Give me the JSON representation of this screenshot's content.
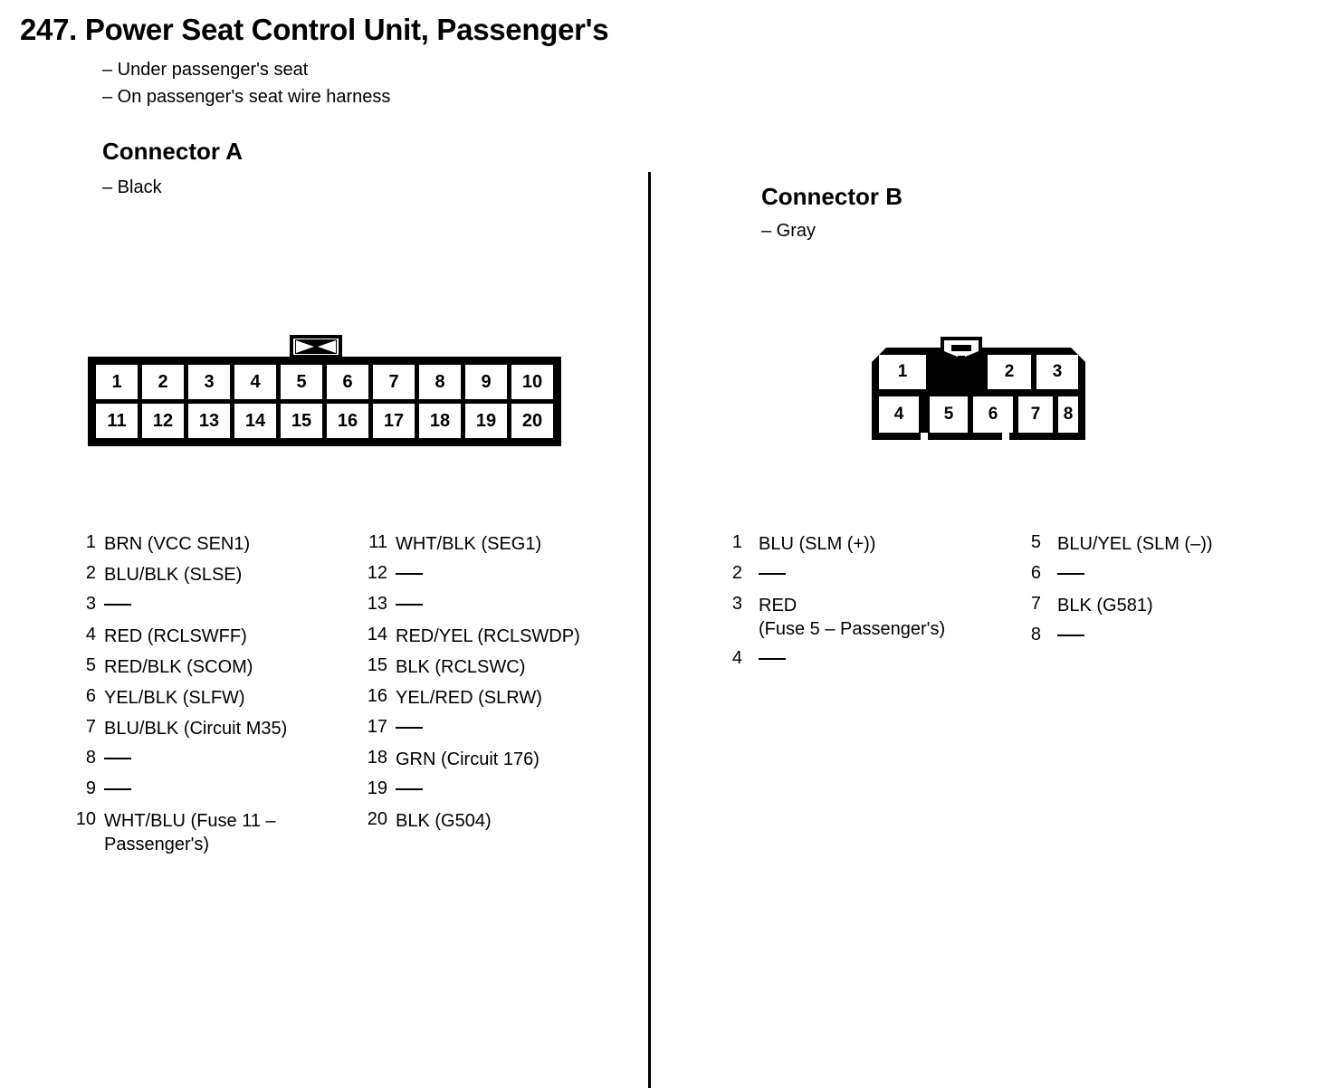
{
  "page": {
    "number": "247.",
    "title": "Power Seat Control Unit, Passenger's",
    "full_title": "247. Power Seat Control Unit, Passenger's",
    "notes": [
      "– Under passenger's seat",
      "– On passenger's seat wire harness"
    ]
  },
  "connector_a": {
    "heading": "Connector A",
    "color": "– Black",
    "layout": {
      "rows": 2,
      "columns": 10,
      "top_row": [
        "1",
        "2",
        "3",
        "4",
        "5",
        "6",
        "7",
        "8",
        "9",
        "10"
      ],
      "bottom_row": [
        "11",
        "12",
        "13",
        "14",
        "15",
        "16",
        "17",
        "18",
        "19",
        "20"
      ]
    },
    "pins_left": [
      {
        "num": "1",
        "desc": "BRN (VCC SEN1)"
      },
      {
        "num": "2",
        "desc": "BLU/BLK (SLSE)"
      },
      {
        "num": "3",
        "desc": ""
      },
      {
        "num": "4",
        "desc": "RED (RCLSWFF)"
      },
      {
        "num": "5",
        "desc": "RED/BLK (SCOM)"
      },
      {
        "num": "6",
        "desc": "YEL/BLK (SLFW)"
      },
      {
        "num": "7",
        "desc": "BLU/BLK (Circuit M35)"
      },
      {
        "num": "8",
        "desc": ""
      },
      {
        "num": "9",
        "desc": ""
      },
      {
        "num": "10",
        "desc": "WHT/BLU (Fuse 11 –\nPassenger's)"
      }
    ],
    "pins_right": [
      {
        "num": "11",
        "desc": "WHT/BLK (SEG1)"
      },
      {
        "num": "12",
        "desc": ""
      },
      {
        "num": "13",
        "desc": ""
      },
      {
        "num": "14",
        "desc": "RED/YEL (RCLSWDP)"
      },
      {
        "num": "15",
        "desc": "BLK (RCLSWC)"
      },
      {
        "num": "16",
        "desc": "YEL/RED (SLRW)"
      },
      {
        "num": "17",
        "desc": ""
      },
      {
        "num": "18",
        "desc": "GRN (Circuit 176)"
      },
      {
        "num": "19",
        "desc": ""
      },
      {
        "num": "20",
        "desc": "BLK (G504)"
      }
    ]
  },
  "connector_b": {
    "heading": "Connector B",
    "color": "– Gray",
    "layout": {
      "rows": 2,
      "top_row": [
        "1",
        "2",
        "3"
      ],
      "bottom_row": [
        "4",
        "5",
        "6",
        "7",
        "8"
      ]
    },
    "pins_left": [
      {
        "num": "1",
        "desc": "BLU (SLM (+))"
      },
      {
        "num": "2",
        "desc": ""
      },
      {
        "num": "3",
        "desc": "RED\n(Fuse 5 – Passenger's)"
      },
      {
        "num": "4",
        "desc": ""
      }
    ],
    "pins_right": [
      {
        "num": "5",
        "desc": "BLU/YEL (SLM (–))"
      },
      {
        "num": "6",
        "desc": ""
      },
      {
        "num": "7",
        "desc": "BLK (G581)"
      },
      {
        "num": "8",
        "desc": ""
      }
    ]
  },
  "colors": {
    "ink": "#000000",
    "paper": "#ffffff"
  }
}
